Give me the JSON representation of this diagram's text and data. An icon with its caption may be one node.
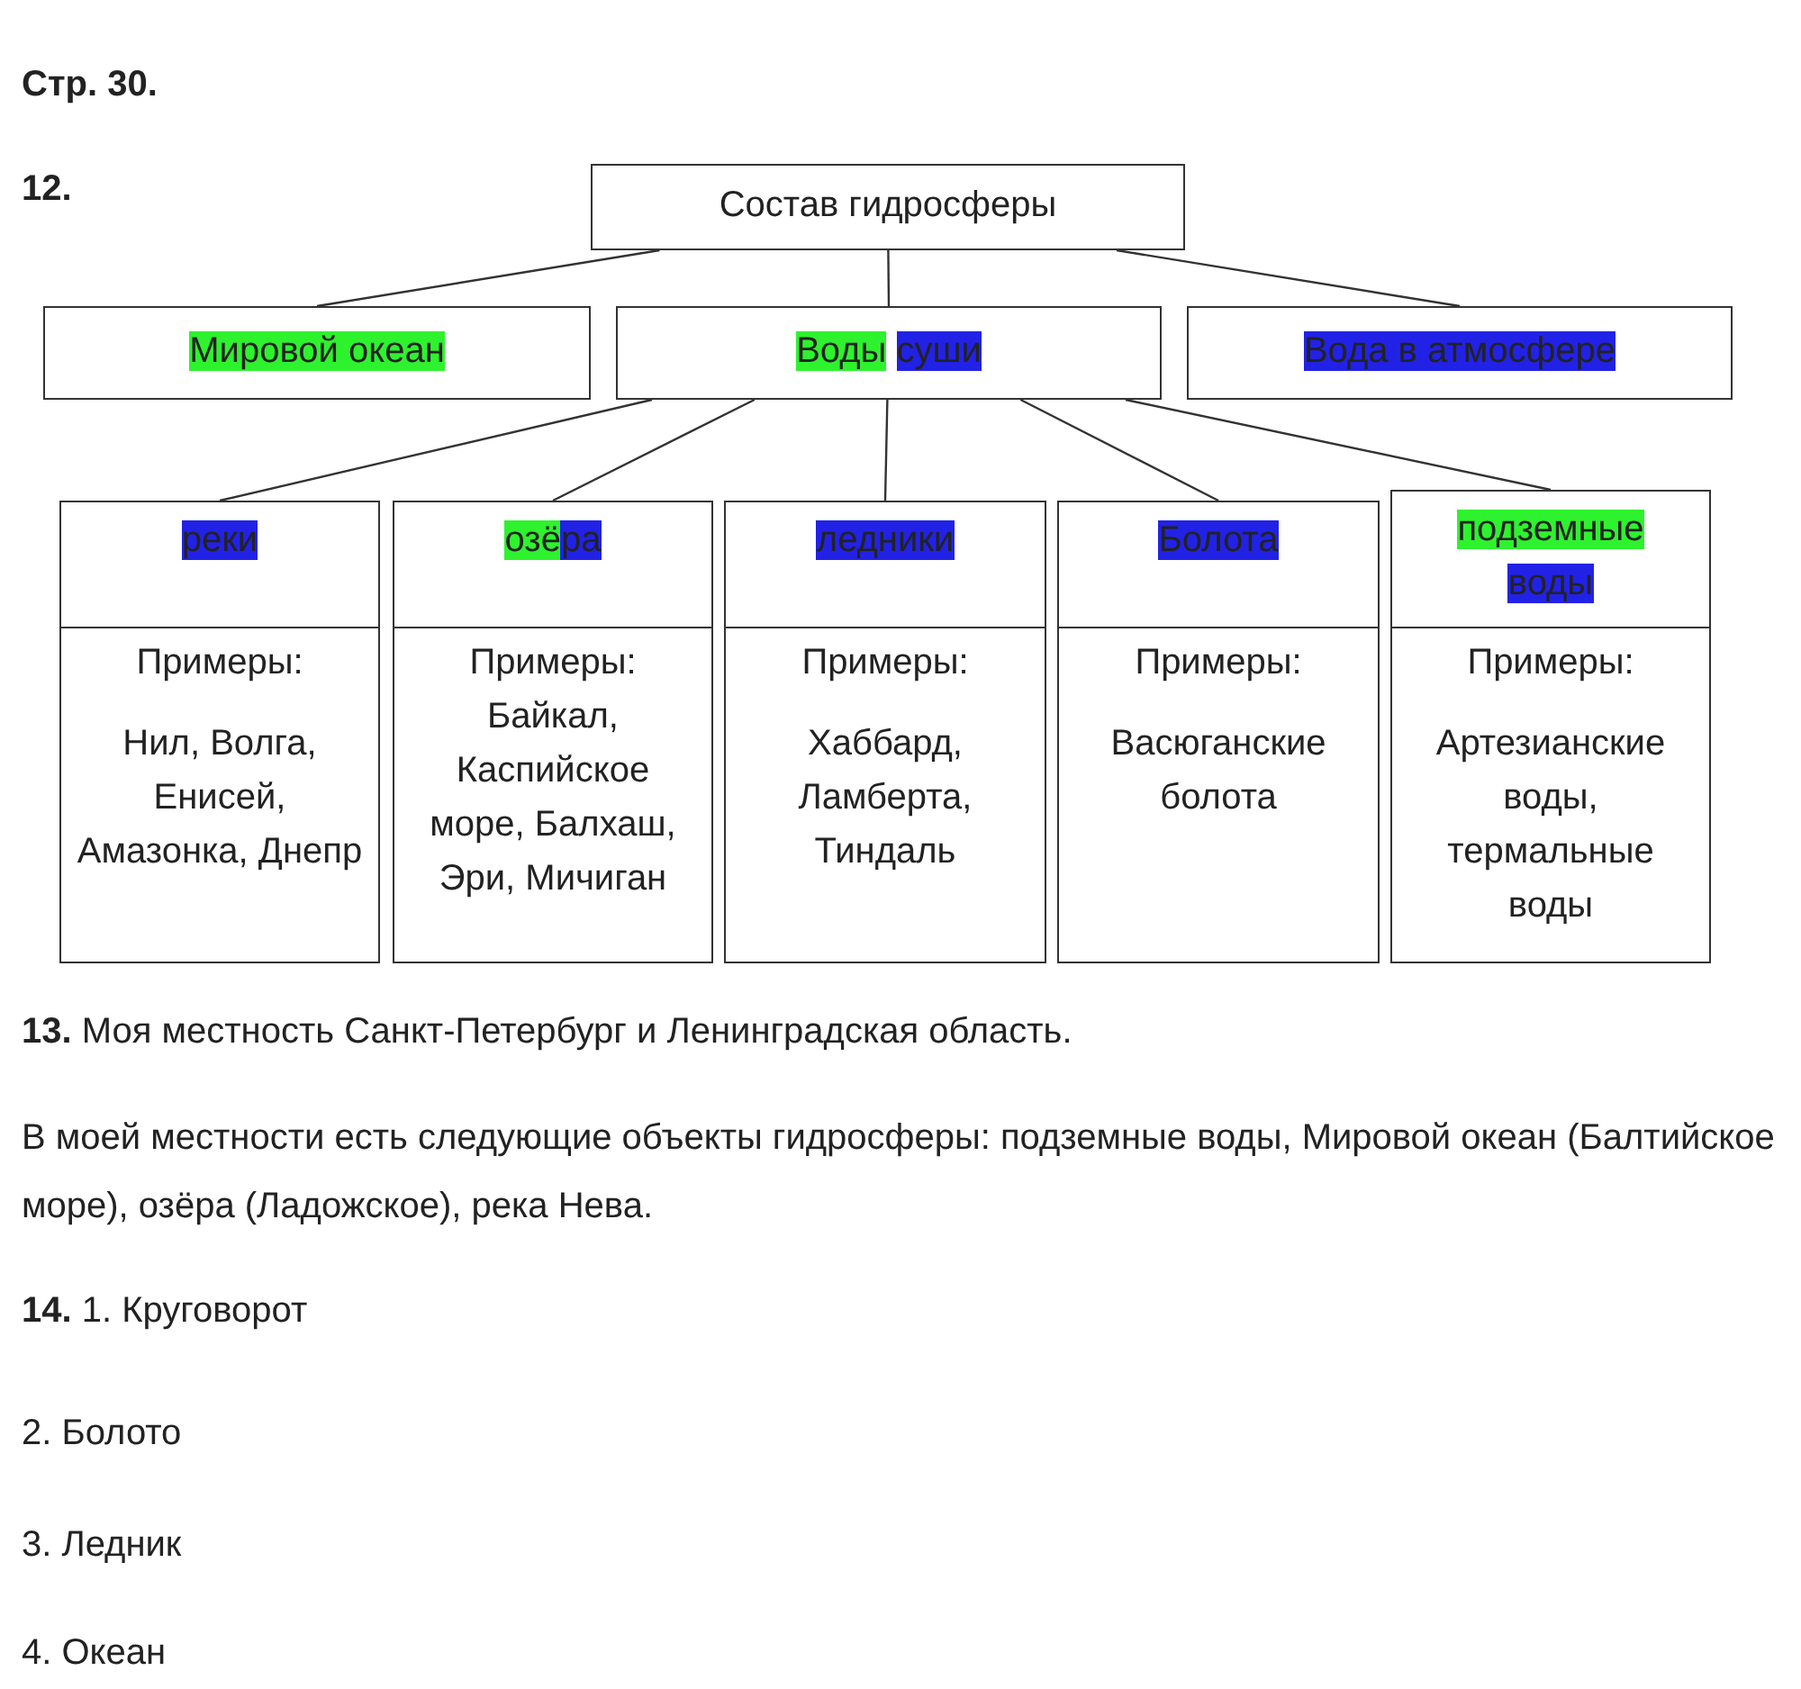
{
  "diagram": {
    "nodes": [
      {
        "text": [
          "Состав гидросферы"
        ]
      },
      {
        "text": [
          "Мировой океан"
        ]
      },
      {
        "text": [
          "Воды суши"
        ]
      },
      {
        "text": [
          "Вода в атмосфере"
        ]
      },
      {
        "text": [
          "реки",
          "Примеры:",
          "Нил, Волга, Енисей, Амазонка, Днепр"
        ]
      },
      {
        "text": [
          "озёра",
          "Примеры:",
          "Байкал, Каспийское море, Балхаш, Эри, Мичиган"
        ]
      },
      {
        "text": [
          "ледники",
          "Примеры:",
          "Хаббард, Ламберта, Тиндаль"
        ]
      },
      {
        "text": [
          "Болота",
          "Примеры:",
          "Васюганские болота"
        ]
      },
      {
        "text": [
          "подземные воды",
          "Примеры:",
          "Артезианские воды, термальные воды"
        ]
      }
    ],
    "edges": [
      {
        "from": 0,
        "to": 1,
        "arrow": "none"
      },
      {
        "from": 0,
        "to": 2,
        "arrow": "none"
      },
      {
        "from": 0,
        "to": 3,
        "arrow": "none"
      },
      {
        "from": 2,
        "to": 4,
        "arrow": "none"
      },
      {
        "from": 2,
        "to": 5,
        "arrow": "none"
      },
      {
        "from": 2,
        "to": 6,
        "arrow": "none"
      },
      {
        "from": 2,
        "to": 7,
        "arrow": "none"
      },
      {
        "from": 2,
        "to": 8,
        "arrow": "none"
      }
    ],
    "labels": [
      "Стр. 30.",
      "12.",
      "**13.** Моя местность Санкт-Петербург и Ленинградская область.",
      "В моей местности есть следующие объекты гидросферы: подземные воды, Мировой океан (Балтийское море), озёра (Ладожское), река Нева.",
      "**14.** 1. Круговорот",
      "2. Болото",
      "3. Ледник",
      "4. Океан"
    ]
  }
}
